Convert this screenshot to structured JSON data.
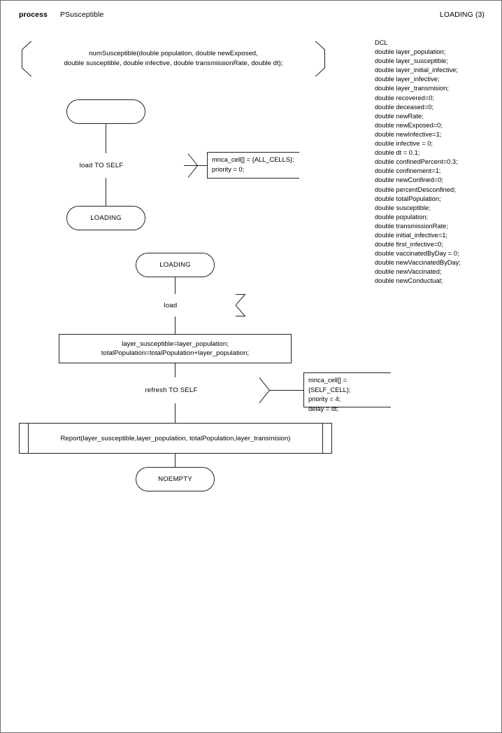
{
  "header": {
    "keyword": "process",
    "process_name": "PSusceptible",
    "page_label": "LOADING (3)"
  },
  "declaration_symbol": {
    "text": "numSusceptible(double population, double newExposed,\ndouble susceptible, double infective, double transmissionRate, double dt);"
  },
  "dcl_note": {
    "title": "DCL",
    "lines": [
      "double layer_population;",
      "double layer_susceptible;",
      "double layer_initial_infective;",
      "double layer_infective;",
      "double layer_transmision;",
      "double recovered=0;",
      "double deceased=0;",
      "double newRate;",
      "double newExposed=0;",
      "double newInfective=1;",
      "double infective = 0;",
      "double dt = 0.1;",
      "double confinedPercent=0.3;",
      "double confinement=1;",
      "double newConfined=0;",
      "double percentDesconfined;",
      "double totalPopulation;",
      "double susceptible;",
      "double population;",
      "double transmissionRate;",
      "double initial_infective=1;",
      "double first_infective=0;",
      "double vaccinatedByDay = 0;",
      "double newVaccinatedByDay;",
      "double newVaccinated;",
      "double newConductual;"
    ],
    "text": "DCL\ndouble layer_population;\ndouble layer_susceptible;\ndouble layer_initial_infective;\ndouble layer_infective;\ndouble layer_transmision;\ndouble recovered=0;\ndouble deceased=0;\ndouble newRate;\ndouble newExposed=0;\ndouble newInfective=1;\ndouble infective = 0;\ndouble dt = 0.1;\ndouble confinedPercent=0.3;\ndouble confinement=1;\ndouble newConfined=0;\ndouble percentDesconfined;\ndouble totalPopulation;\ndouble susceptible;\ndouble population;\ndouble transmissionRate;\ndouble initial_infective=1;\ndouble first_infective=0;\ndouble vaccinatedByDay = 0;\ndouble newVaccinatedByDay;\ndouble newVaccinated;\ndouble newConductual;"
  },
  "branch_one": {
    "start_state": "",
    "output": "load TO SELF",
    "output_comment": "mnca_cell[] = {ALL_CELLS};\npriority = 0;",
    "next_state": "LOADING"
  },
  "branch_two": {
    "start_state": "LOADING",
    "input": "load",
    "task": "layer_susceptible=layer_population;\ntotalPopulation=totalPopulation+layer_population;",
    "output": "refresh TO SELF",
    "output_comment": "mnca_cell[] = {SELF_CELL};\npriority = 4;\ndelay = dt;",
    "procedure_call": "Report(layer_susceptible,layer_population, totalPopulation,layer_transmision)",
    "next_state": "NOEMPTY"
  }
}
